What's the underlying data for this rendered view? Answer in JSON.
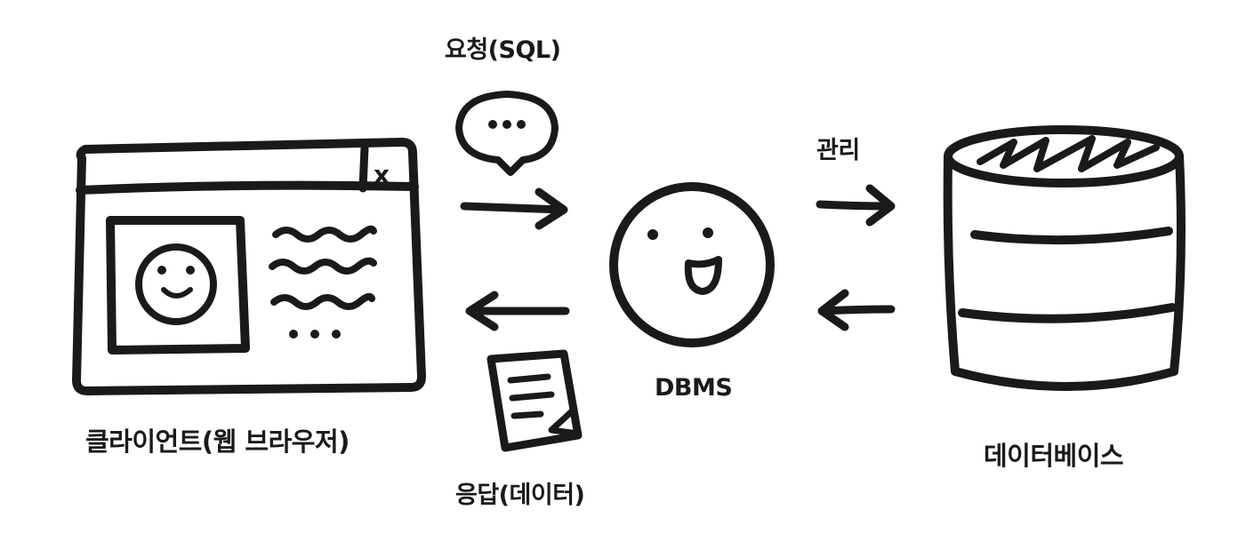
{
  "labels": {
    "request": "요청(SQL)",
    "manage": "관리",
    "dbms": "DBMS",
    "client": "클라이언트(웹 브라우저)",
    "response": "응답(데이터)",
    "database": "데이터베이스"
  },
  "client_window": {
    "close_button": "x"
  },
  "colors": {
    "ink": "#1a1a1a",
    "background": "#ffffff"
  }
}
